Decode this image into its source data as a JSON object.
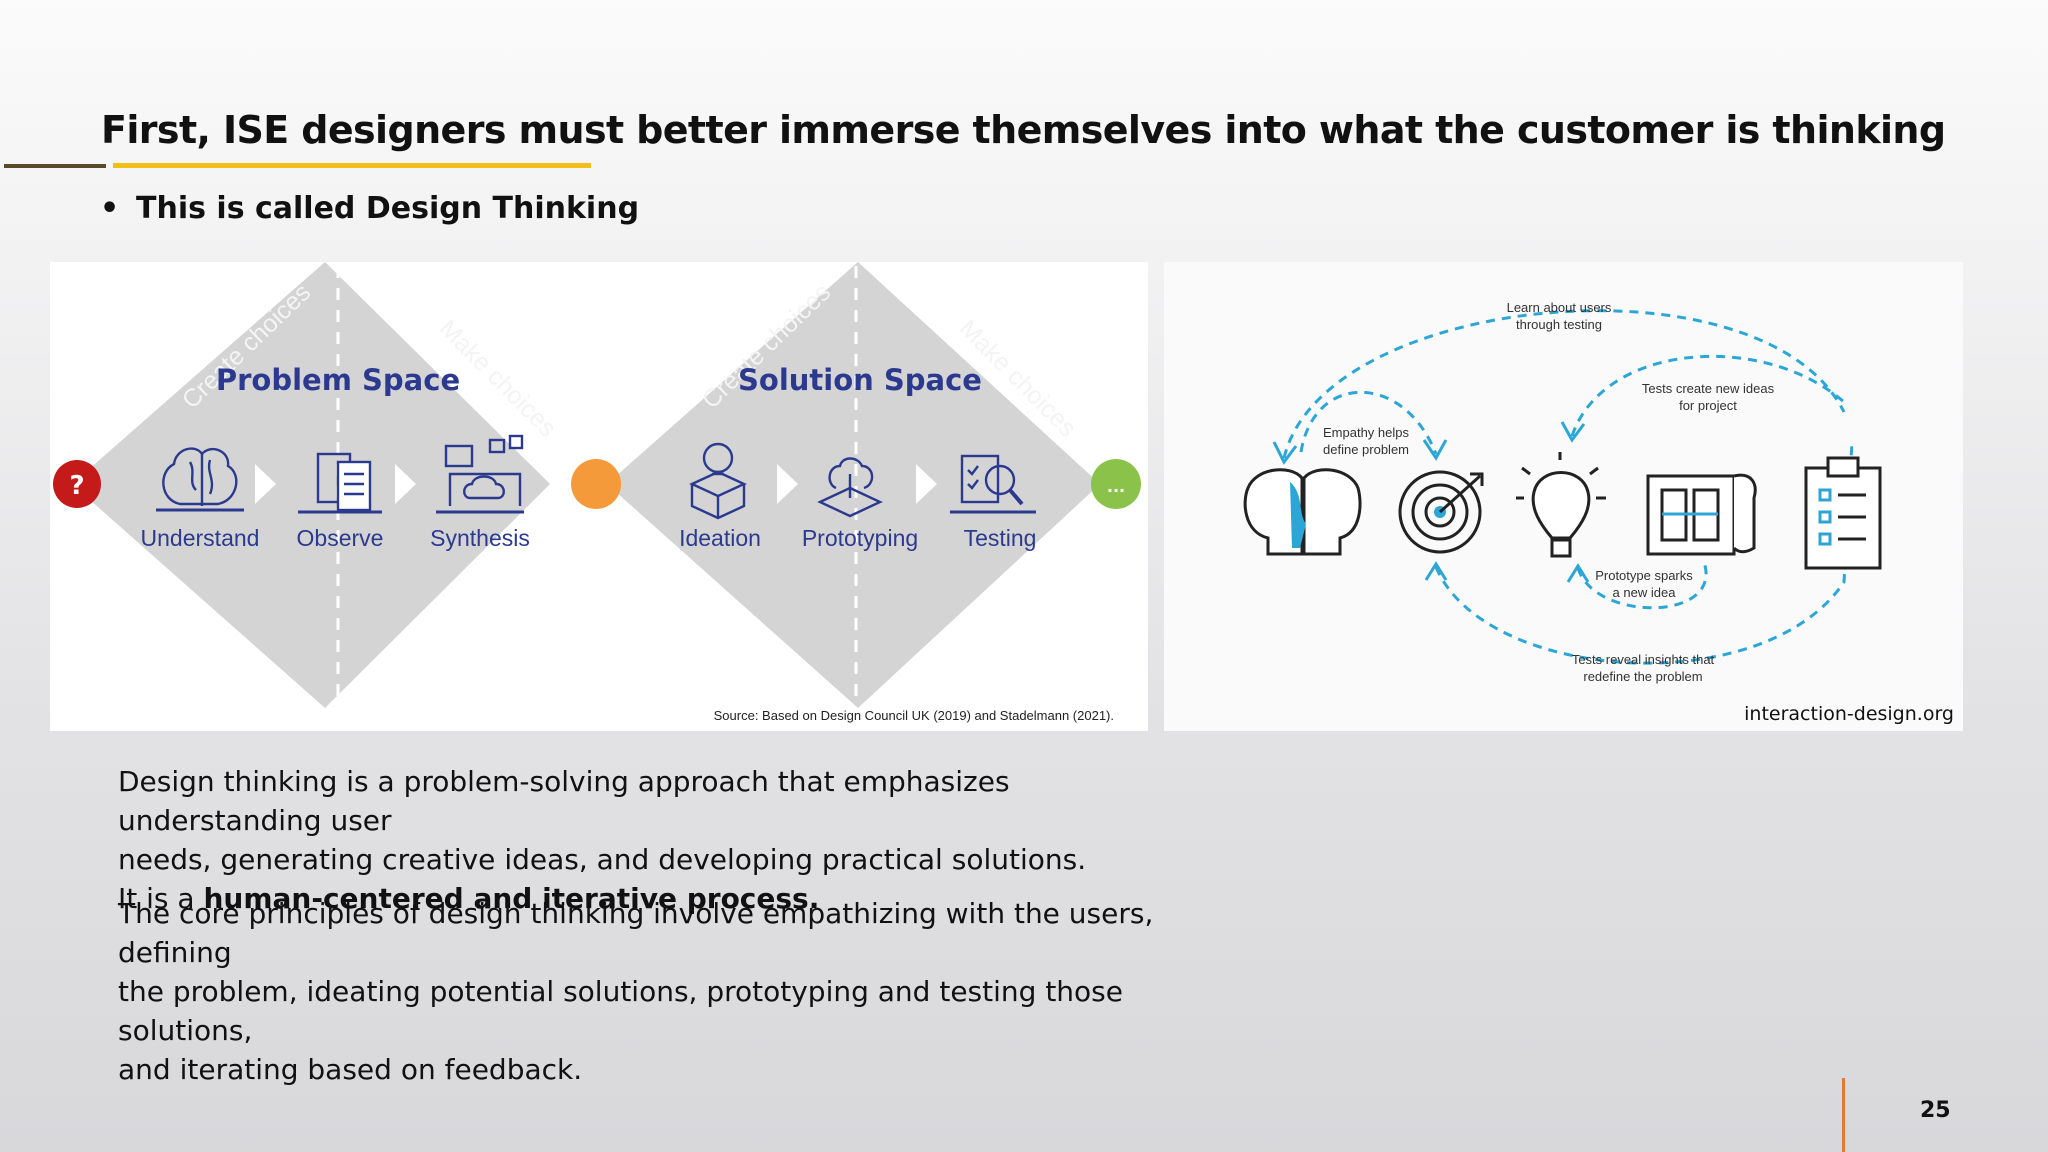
{
  "slide": {
    "title": "First, ISE designers must better immerse themselves into what the customer is thinking",
    "bullet_marker": "•",
    "bullet": "This is called Design Thinking",
    "page_number": "25"
  },
  "double_diamond": {
    "problem_title": "Problem Space",
    "solution_title": "Solution Space",
    "create_choices": "Create choices",
    "make_choices": "Make choices",
    "start_symbol": "?",
    "end_symbol": "...",
    "steps": [
      "Understand",
      "Observe",
      "Synthesis",
      "Ideation",
      "Prototyping",
      "Testing"
    ],
    "source": "Source: Based on Design Council UK (2019) and Stadelmann (2021).",
    "colors": {
      "diamond": "#d4d4d4",
      "text": "#2b3a8f",
      "start": "#c41a1a",
      "mid": "#f59a3a",
      "end": "#8bc34a"
    }
  },
  "iteration_diagram": {
    "learn_1": "Learn about users",
    "learn_2": "through testing",
    "tests_ideas_1": "Tests create new ideas",
    "tests_ideas_2": "for project",
    "empathy_1": "Empathy helps",
    "empathy_2": "define problem",
    "prototype_1": "Prototype sparks",
    "prototype_2": "a new idea",
    "reveal_1": "Tests reveal insights that",
    "reveal_2": "redefine the problem",
    "credit": "interaction-design.org",
    "colors": {
      "arrow": "#2ba6d6"
    }
  },
  "paragraphs": {
    "p1_line1": "Design thinking is a problem-solving approach that emphasizes understanding user",
    "p1_line2": "needs, generating creative ideas, and developing practical solutions.",
    "p1_line3_prefix": "It is a ",
    "p1_line3_bold": "human-centered and iterative process.",
    "p2_line1": "The core principles of design thinking involve empathizing with the users, defining",
    "p2_line2": "the problem, ideating potential solutions, prototyping and testing those solutions,",
    "p2_line3": "and iterating based on feedback."
  }
}
